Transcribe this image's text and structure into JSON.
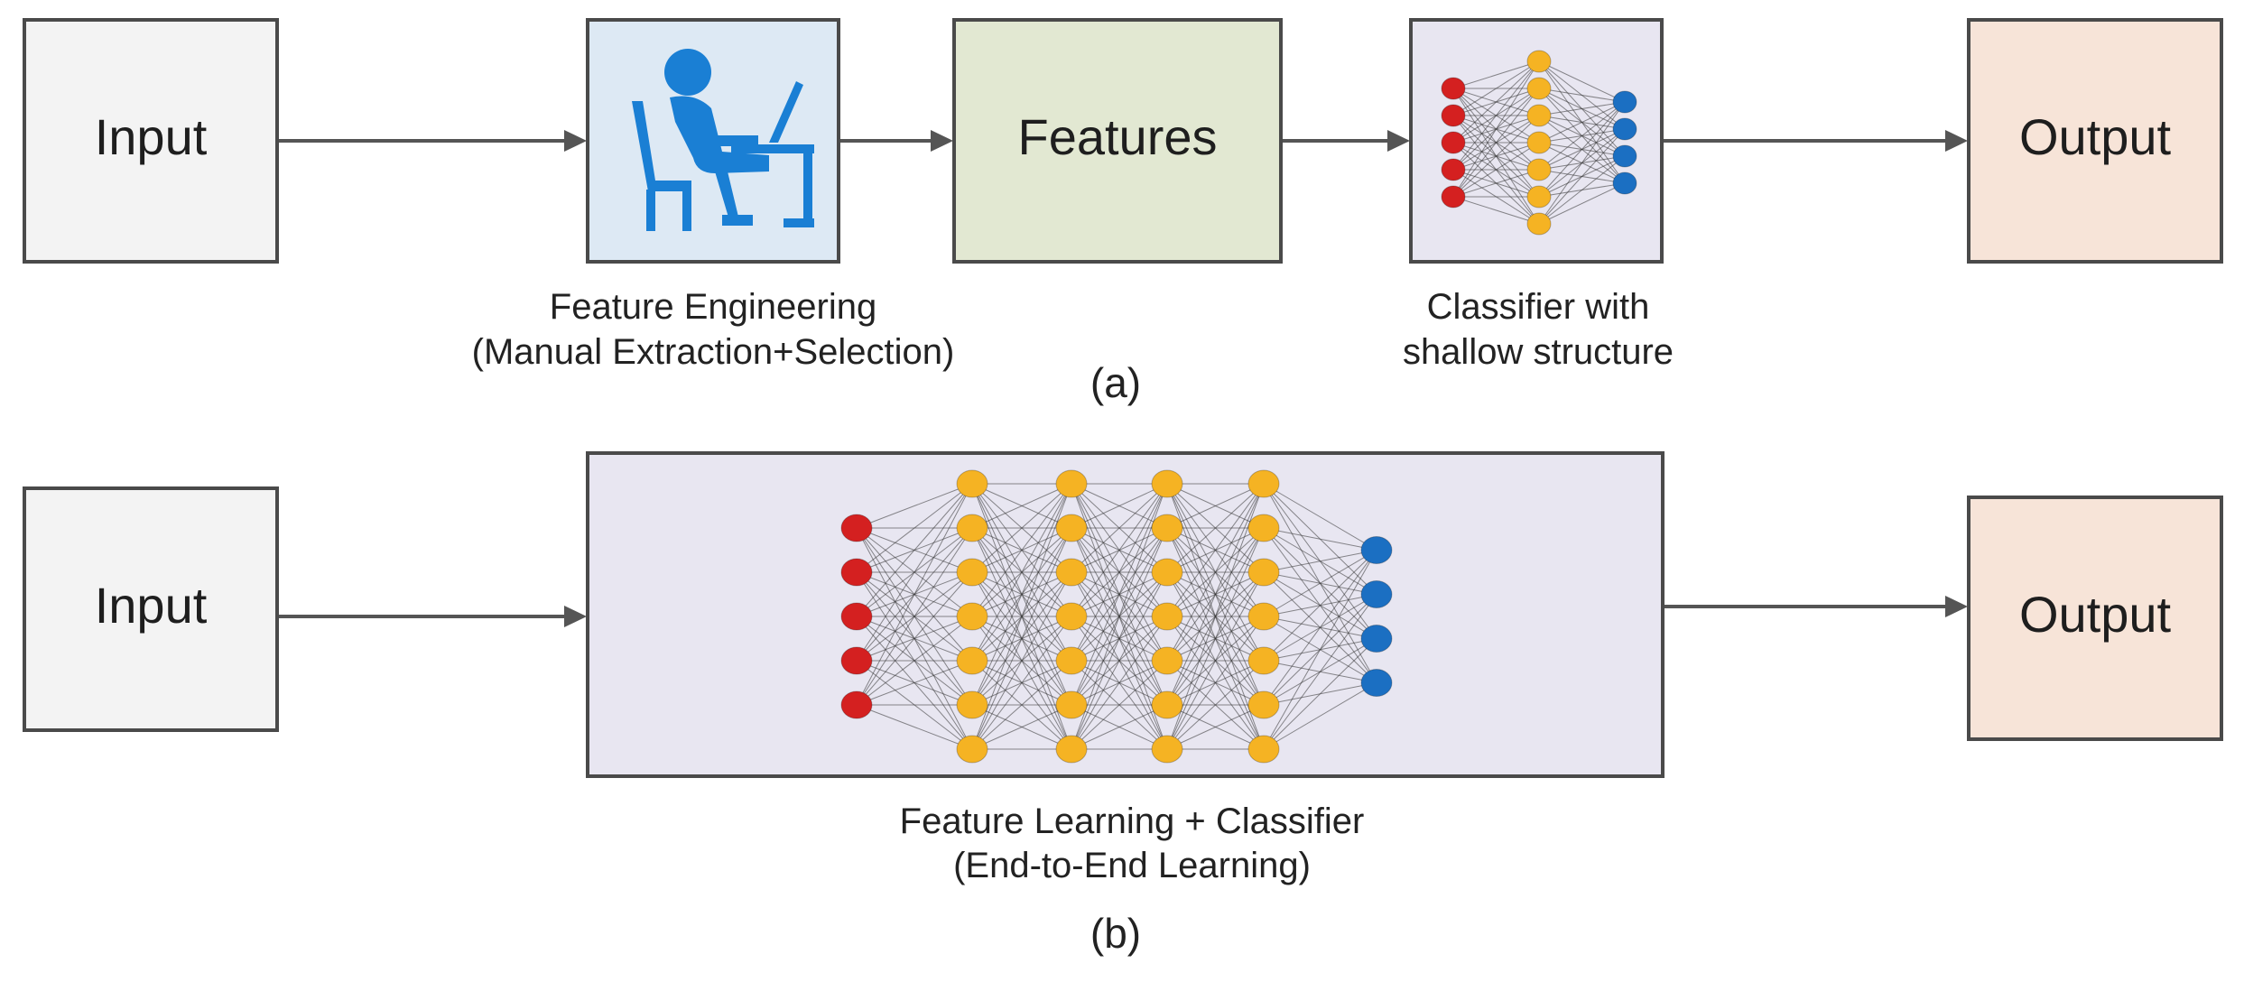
{
  "panel_a": {
    "input_label": "Input",
    "feature_engineering_caption_line1": "Feature Engineering",
    "feature_engineering_caption_line2": "(Manual Extraction+Selection)",
    "features_label": "Features",
    "classifier_caption_line1": "Classifier with",
    "classifier_caption_line2": "shallow structure",
    "output_label": "Output",
    "panel_label": "(a)",
    "shallow_network_layers": [
      5,
      7,
      4
    ]
  },
  "panel_b": {
    "input_label": "Input",
    "caption_line1": "Feature Learning + Classifier",
    "caption_line2": "(End-to-End Learning)",
    "output_label": "Output",
    "panel_label": "(b)",
    "deep_network_layers": [
      5,
      7,
      7,
      7,
      7,
      4
    ]
  },
  "colors": {
    "input_fill": "#f3f3f3",
    "engineering_fill": "#dde9f4",
    "person_icon": "#1a7fd4",
    "features_fill": "#e2e8d2",
    "network_fill": "#e8e6f1",
    "output_fill": "#f7e4d8",
    "input_node": "#d42020",
    "hidden_node": "#f5b323",
    "output_node": "#1b6fc2"
  },
  "icons": {
    "person_icon": "person-at-computer-icon"
  }
}
